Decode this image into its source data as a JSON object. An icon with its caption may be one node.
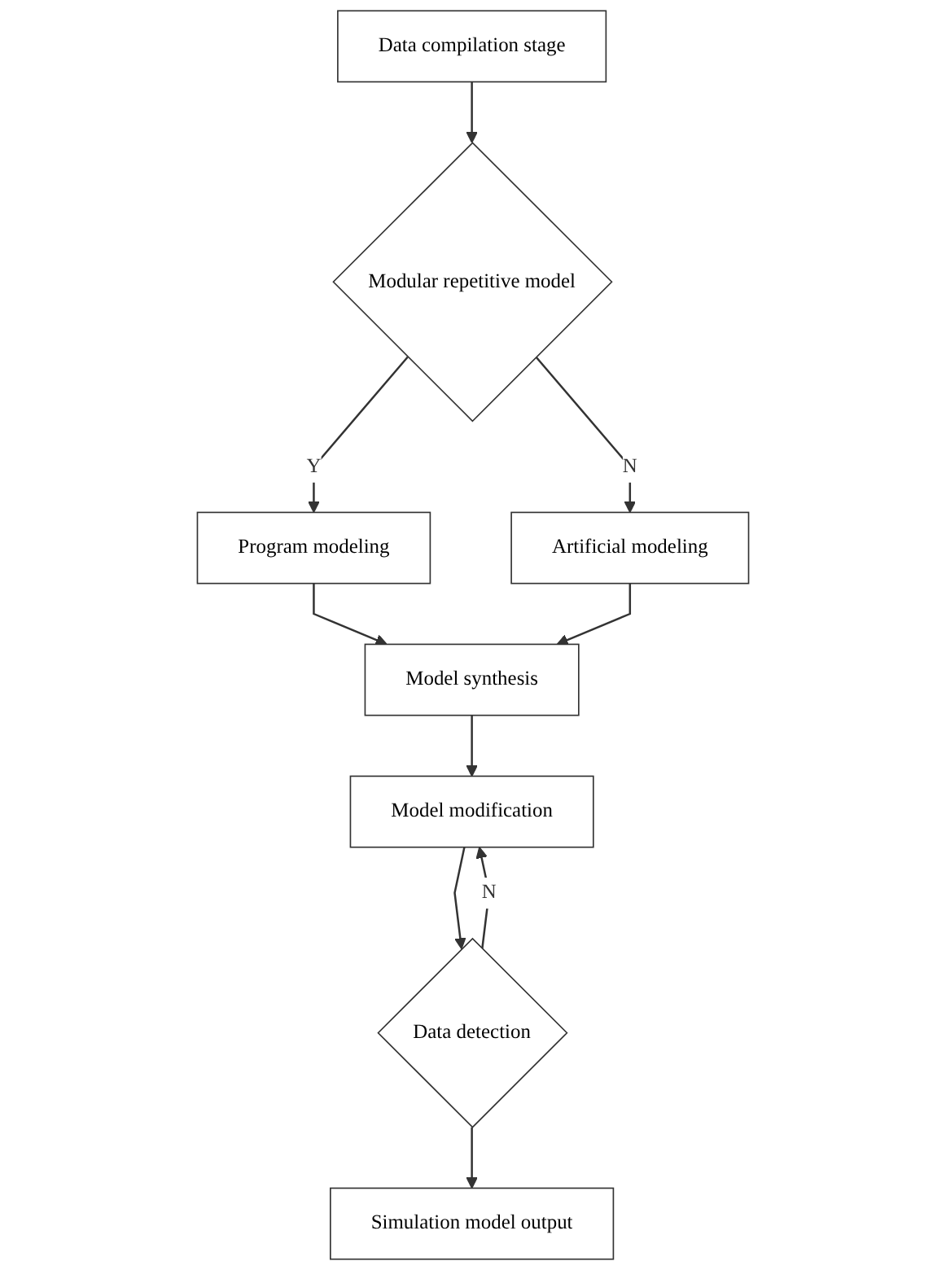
{
  "diagram": {
    "nodes": [
      {
        "text": [
          "Data compilation stage"
        ]
      },
      {
        "text": [
          "Modular repetitive model"
        ]
      },
      {
        "text": [
          "Program modeling"
        ]
      },
      {
        "text": [
          "Artificial modeling"
        ]
      },
      {
        "text": [
          "Model synthesis"
        ]
      },
      {
        "text": [
          "Model modification"
        ]
      },
      {
        "text": [
          "Data detection"
        ]
      },
      {
        "text": [
          "Simulation model output"
        ]
      }
    ],
    "edges": [
      {
        "from": 0,
        "to": 1,
        "arrow": "to"
      },
      {
        "from": 1,
        "to": 2,
        "arrow": "to",
        "label": "Y"
      },
      {
        "from": 1,
        "to": 3,
        "arrow": "to",
        "label": "N"
      },
      {
        "from": 2,
        "to": 4,
        "arrow": "to"
      },
      {
        "from": 3,
        "to": 4,
        "arrow": "to"
      },
      {
        "from": 4,
        "to": 5,
        "arrow": "to"
      },
      {
        "from": 5,
        "to": 6,
        "arrow": "to"
      },
      {
        "from": 6,
        "to": 5,
        "arrow": "to",
        "label": "N"
      },
      {
        "from": 6,
        "to": 7,
        "arrow": "to"
      }
    ]
  }
}
